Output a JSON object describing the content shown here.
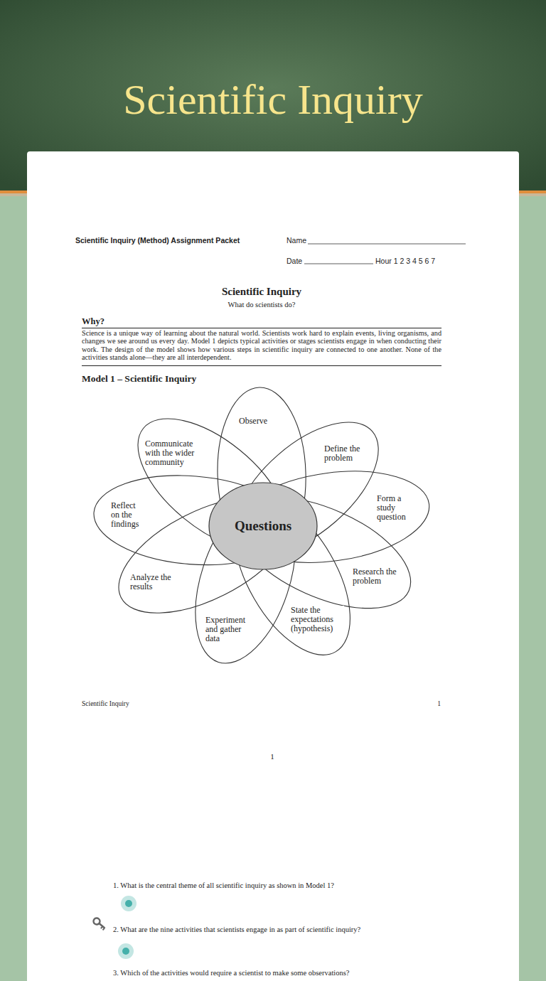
{
  "diagram": {
    "title": "Scientific Inquiry",
    "nodes": [
      {
        "text": [
          "Observe"
        ]
      },
      {
        "text": [
          "Define the problem"
        ]
      },
      {
        "text": [
          "Form a study question"
        ]
      },
      {
        "text": [
          "Research the problem"
        ]
      },
      {
        "text": [
          "State the expectations (hypothesis)"
        ]
      },
      {
        "text": [
          "Experiment and gather data"
        ]
      },
      {
        "text": [
          "Analyze the results"
        ]
      },
      {
        "text": [
          "Reflect on the findings"
        ]
      },
      {
        "text": [
          "Communicate with the wider community"
        ]
      },
      {
        "text": [
          "Questions"
        ]
      }
    ],
    "labels": [
      "Scientific Inquiry (Method) Assignment Packet",
      "Name",
      "Date",
      "Hour 1 2 3 4 5 6 7",
      "Scientific Inquiry",
      "What do scientists do?",
      "Why?",
      "Science is a unique way of learning about the natural world. Scientists work hard to explain events, living organisms, and changes we see around us every day. Model 1 depicts typical activities or stages scientists engage in when conducting their work. The design of the model shows how various steps in scientific inquiry are connected to one another. None of the activities stands alone—they are all interdependent.",
      "Model 1 – Scientific Inquiry",
      "Scientific Inquiry",
      "1",
      "1",
      "1. What is the central theme of all scientific inquiry as shown in Model 1?",
      "2. What are the nine activities that scientists engage in as part of scientific inquiry?",
      "3. Which of the activities would require a scientist to make some observations?"
    ]
  }
}
